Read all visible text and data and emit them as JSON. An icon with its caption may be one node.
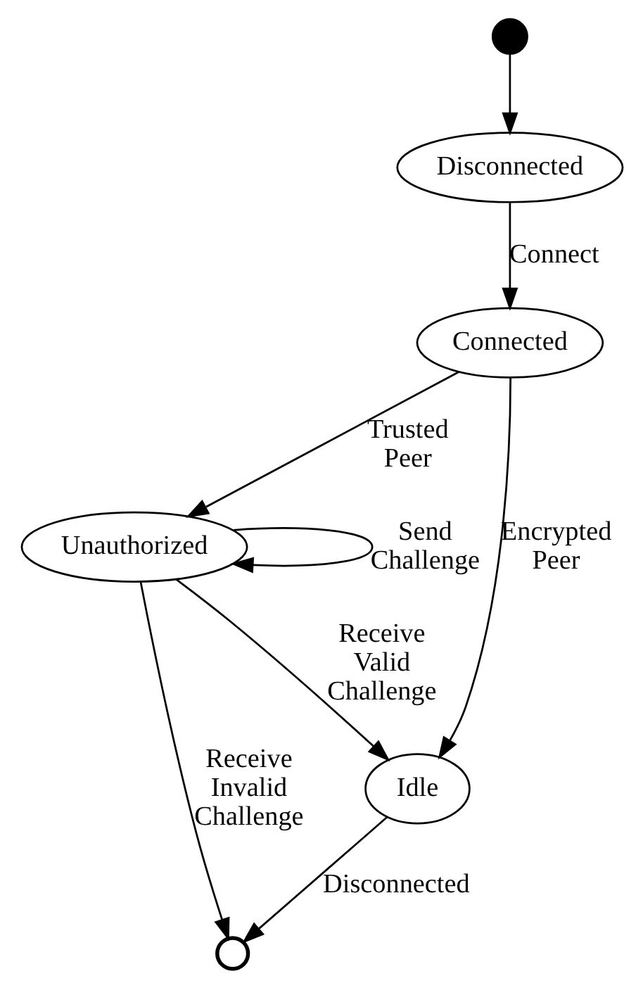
{
  "diagram": {
    "nodes": [
      {
        "text": [],
        "shape": "circle"
      },
      {
        "text": [
          "Disconnected"
        ]
      },
      {
        "text": [
          "Connected"
        ]
      },
      {
        "text": [
          "Unauthorized"
        ]
      },
      {
        "text": [
          "Idle"
        ]
      },
      {
        "text": [],
        "shape": "circle"
      }
    ],
    "edges": [
      {
        "from": 0,
        "to": 1,
        "arrow": "to"
      },
      {
        "from": 1,
        "to": 2,
        "arrow": "to",
        "label": "Connect"
      },
      {
        "from": 2,
        "to": 3,
        "arrow": "to",
        "label": "Trusted Peer"
      },
      {
        "from": 2,
        "to": 4,
        "arrow": "to",
        "label": "Encrypted Peer"
      },
      {
        "from": 3,
        "to": 3,
        "arrow": "to",
        "label": "Send Challenge"
      },
      {
        "from": 3,
        "to": 4,
        "arrow": "to",
        "label": "Receive Valid Challenge"
      },
      {
        "from": 3,
        "to": 5,
        "arrow": "to",
        "label": "Receive Invalid Challenge"
      },
      {
        "from": 4,
        "to": 5,
        "arrow": "to",
        "label": "Disconnected"
      }
    ]
  }
}
